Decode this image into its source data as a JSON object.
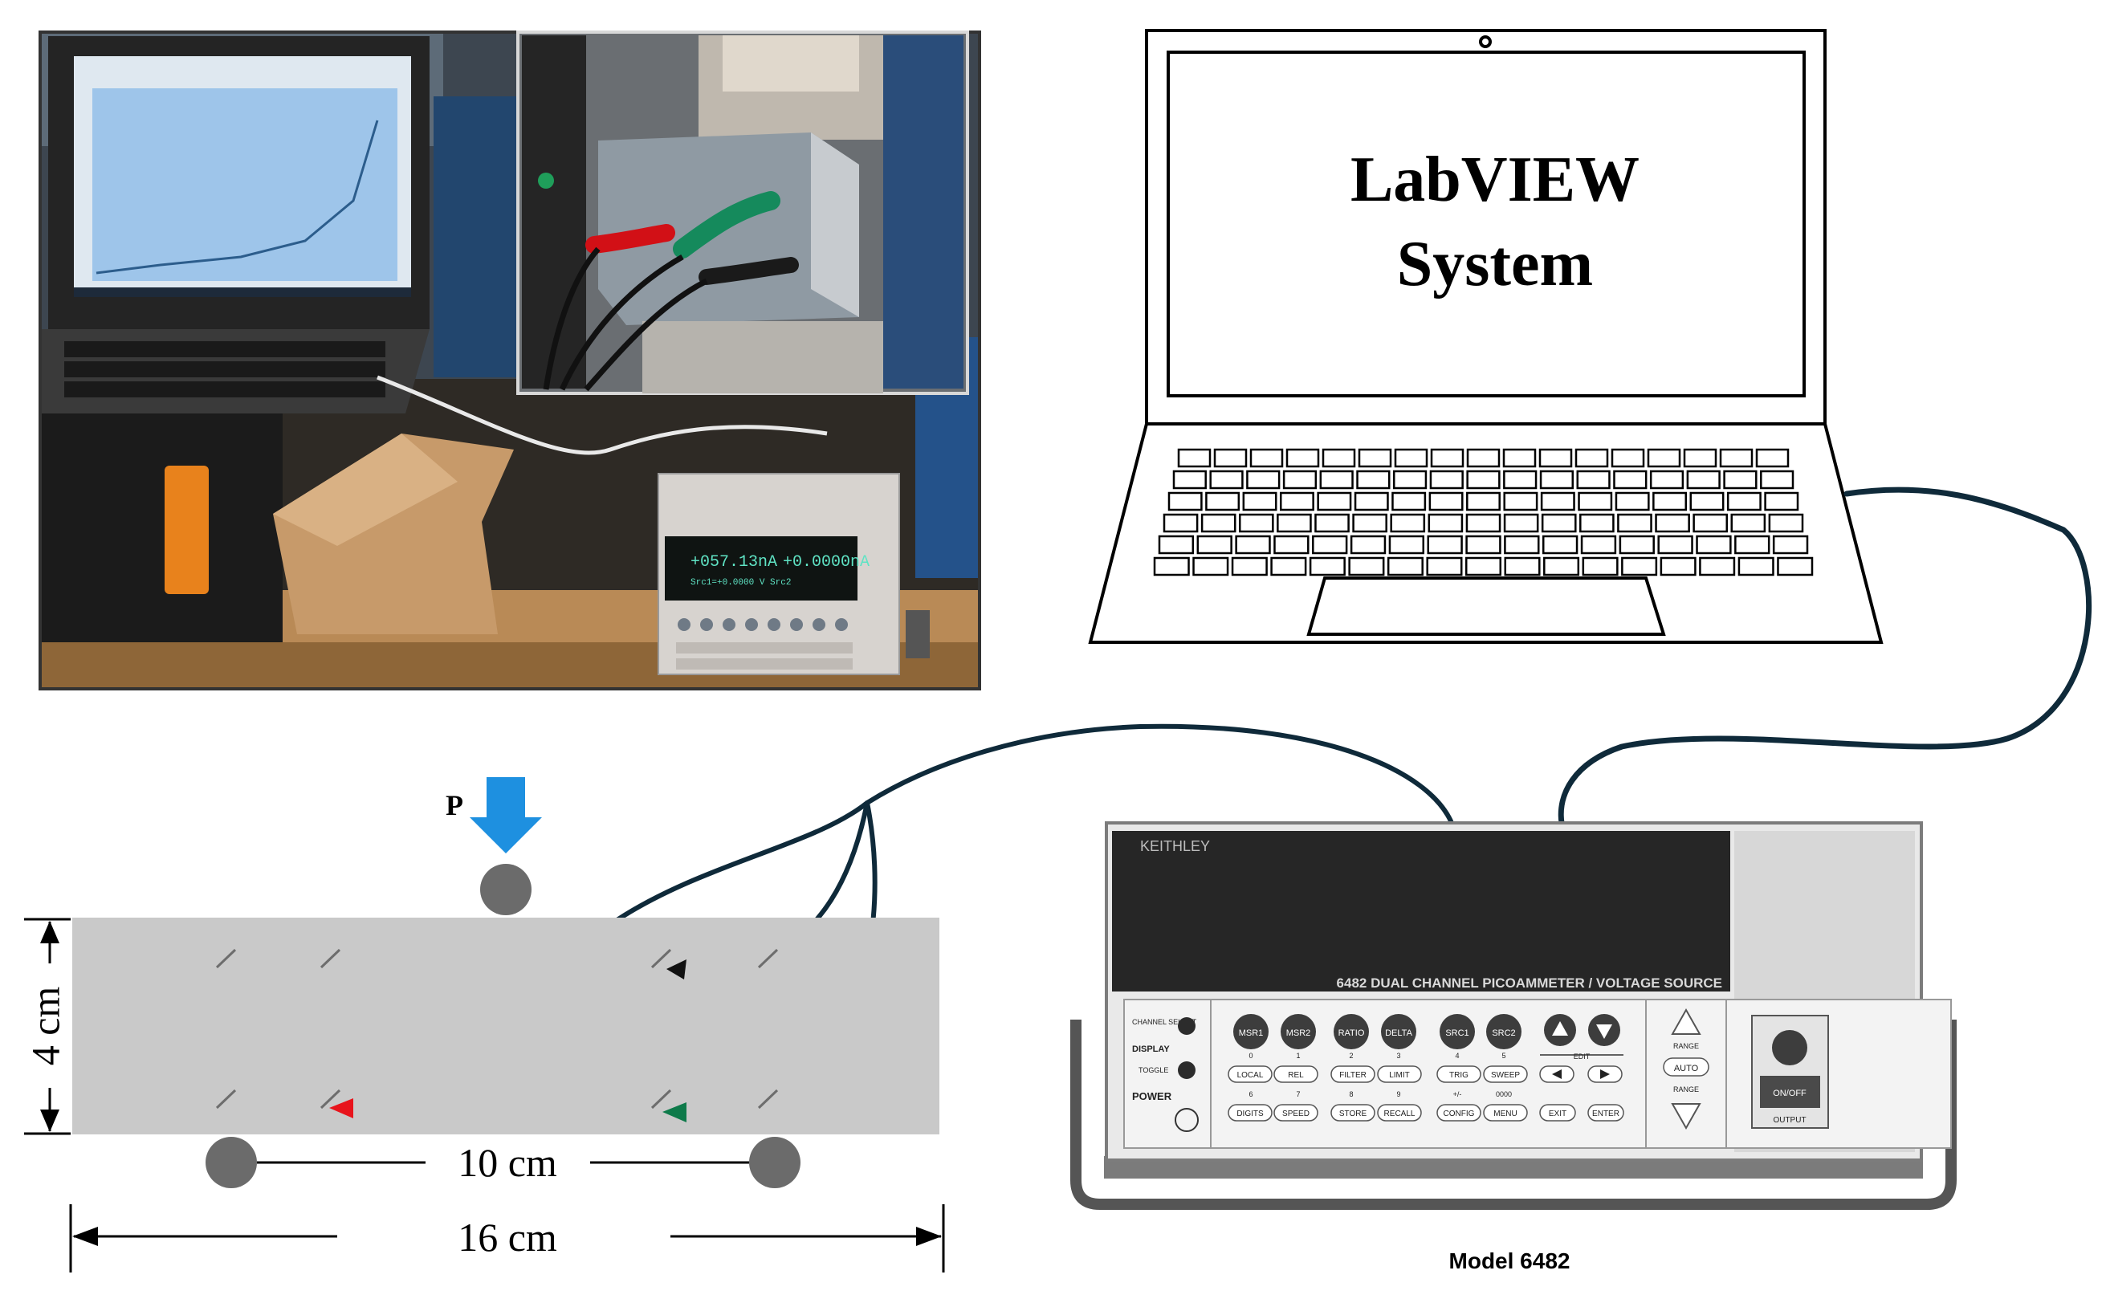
{
  "laptop": {
    "screen_text_line1": "LabVIEW",
    "screen_text_line2": "System"
  },
  "beam": {
    "load_label": "P",
    "height_label": "4 cm",
    "span_label": "10 cm",
    "length_label": "16 cm"
  },
  "instrument": {
    "brand": "KEITHLEY",
    "panel_title": "6482 DUAL CHANNEL PICOAMMETER / VOLTAGE SOURCE",
    "caption": "Model 6482",
    "side_labels": {
      "channel_select": "CHANNEL SELECT",
      "display": "DISPLAY",
      "toggle": "TOGGLE",
      "power": "POWER"
    },
    "top_buttons": [
      "MSR1",
      "MSR2",
      "RATIO",
      "DELTA",
      "SRC1",
      "SRC2"
    ],
    "number_row_1": [
      "0",
      "1",
      "2",
      "3",
      "4",
      "5"
    ],
    "mid_buttons": [
      "LOCAL",
      "REL",
      "FILTER",
      "LIMIT",
      "TRIG",
      "SWEEP"
    ],
    "number_row_2": [
      "6",
      "7",
      "8",
      "9",
      "+/-",
      "0000"
    ],
    "bottom_buttons": [
      "DIGITS",
      "SPEED",
      "STORE",
      "RECALL",
      "CONFIG",
      "MENU",
      "EXIT",
      "ENTER"
    ],
    "edit_label": "EDIT",
    "range_labels": [
      "RANGE",
      "AUTO",
      "RANGE"
    ],
    "onoff_label": "ON/OFF",
    "output_label": "OUTPUT"
  },
  "photo_meter": {
    "reading1": "+057.13nA",
    "reading2": "+0.0000nA",
    "line2": "Src1=+0.0000 V  Src2"
  },
  "colors": {
    "cable": "#0f2a3a",
    "arrow_load": "#1e90e0",
    "electrode_red": "#e8141c",
    "electrode_green": "#0e7a4a",
    "beam": "#c9c9c9"
  }
}
